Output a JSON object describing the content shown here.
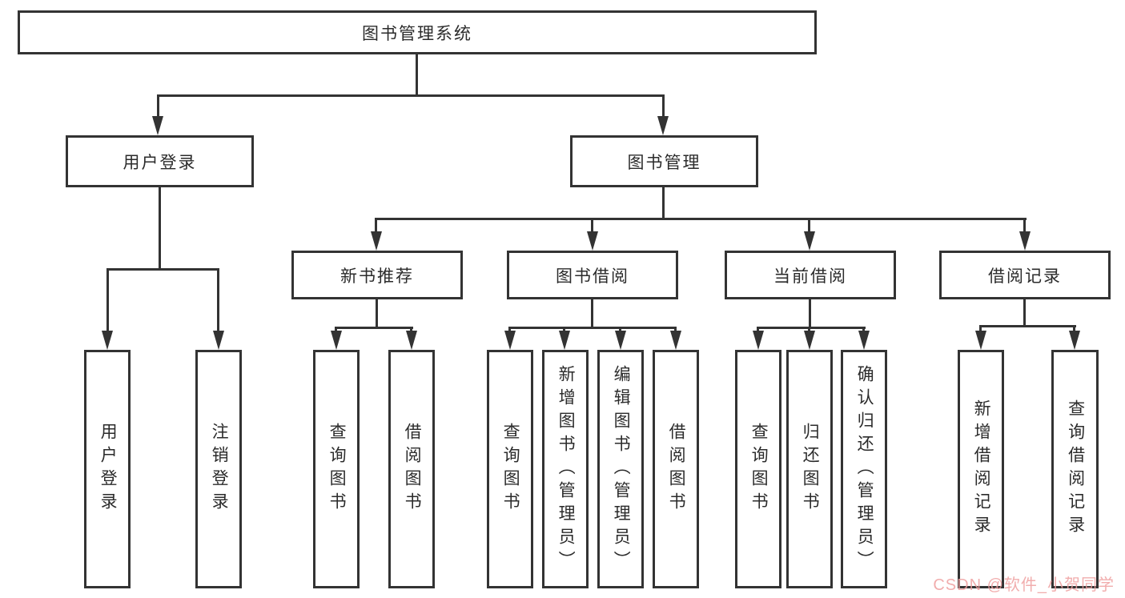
{
  "page": {
    "background": "#ffffff",
    "line_color": "#333333"
  },
  "diagram": {
    "root": {
      "label": "图书管理系统"
    },
    "level2": [
      {
        "label": "用户登录"
      },
      {
        "label": "图书管理"
      }
    ],
    "level3": [
      {
        "label": "新书推荐"
      },
      {
        "label": "图书借阅"
      },
      {
        "label": "当前借阅"
      },
      {
        "label": "借阅记录"
      }
    ],
    "leaves": [
      {
        "label": "用户登录"
      },
      {
        "label": "注销登录"
      },
      {
        "label": "查询图书"
      },
      {
        "label": "借阅图书"
      },
      {
        "label": "查询图书"
      },
      {
        "label": "新增图书（管理员）"
      },
      {
        "label": "编辑图书（管理员）"
      },
      {
        "label": "借阅图书"
      },
      {
        "label": "查询图书"
      },
      {
        "label": "归还图书"
      },
      {
        "label": "确认归还（管理员）"
      },
      {
        "label": "新增借阅记录"
      },
      {
        "label": "查询借阅记录"
      }
    ]
  },
  "watermark": {
    "text": "CSDN @软件_小贺同学",
    "color": "#ef9f9f"
  }
}
